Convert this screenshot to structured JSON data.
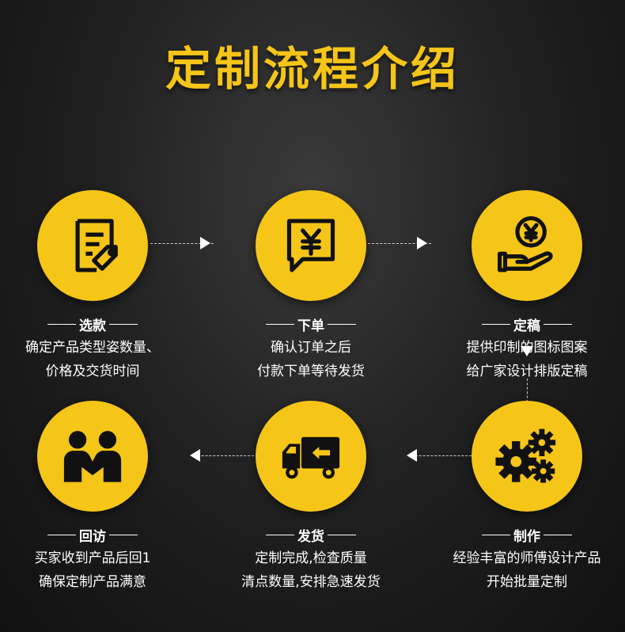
{
  "title": "定制流程介绍",
  "steps": [
    {
      "name": "选款",
      "icon": "document-tag-icon",
      "lines": [
        "确定产品类型姿数量、",
        "价格及交货时间"
      ]
    },
    {
      "name": "下单",
      "icon": "yuan-chat-icon",
      "lines": [
        "确认订单之后",
        "付款下单等待发货"
      ]
    },
    {
      "name": "定稿",
      "icon": "hand-coin-icon",
      "lines": [
        "提供印制的图标图案",
        "给广家设计排版定稿"
      ]
    },
    {
      "name": "制作",
      "icon": "gears-icon",
      "lines": [
        "经验丰富的师傅设计产品",
        "开始批量定制"
      ]
    },
    {
      "name": "发货",
      "icon": "delivery-truck-icon",
      "lines": [
        "定制完成,检查质量",
        "清点数量,安排急速发货"
      ]
    },
    {
      "name": "回访",
      "icon": "handshake-people-icon",
      "lines": [
        "买家收到产品后回1",
        "确保定制产品满意"
      ]
    }
  ],
  "colors": {
    "accent": "#f5c518",
    "text": "#ffffff",
    "background": "#1e1e1e"
  }
}
